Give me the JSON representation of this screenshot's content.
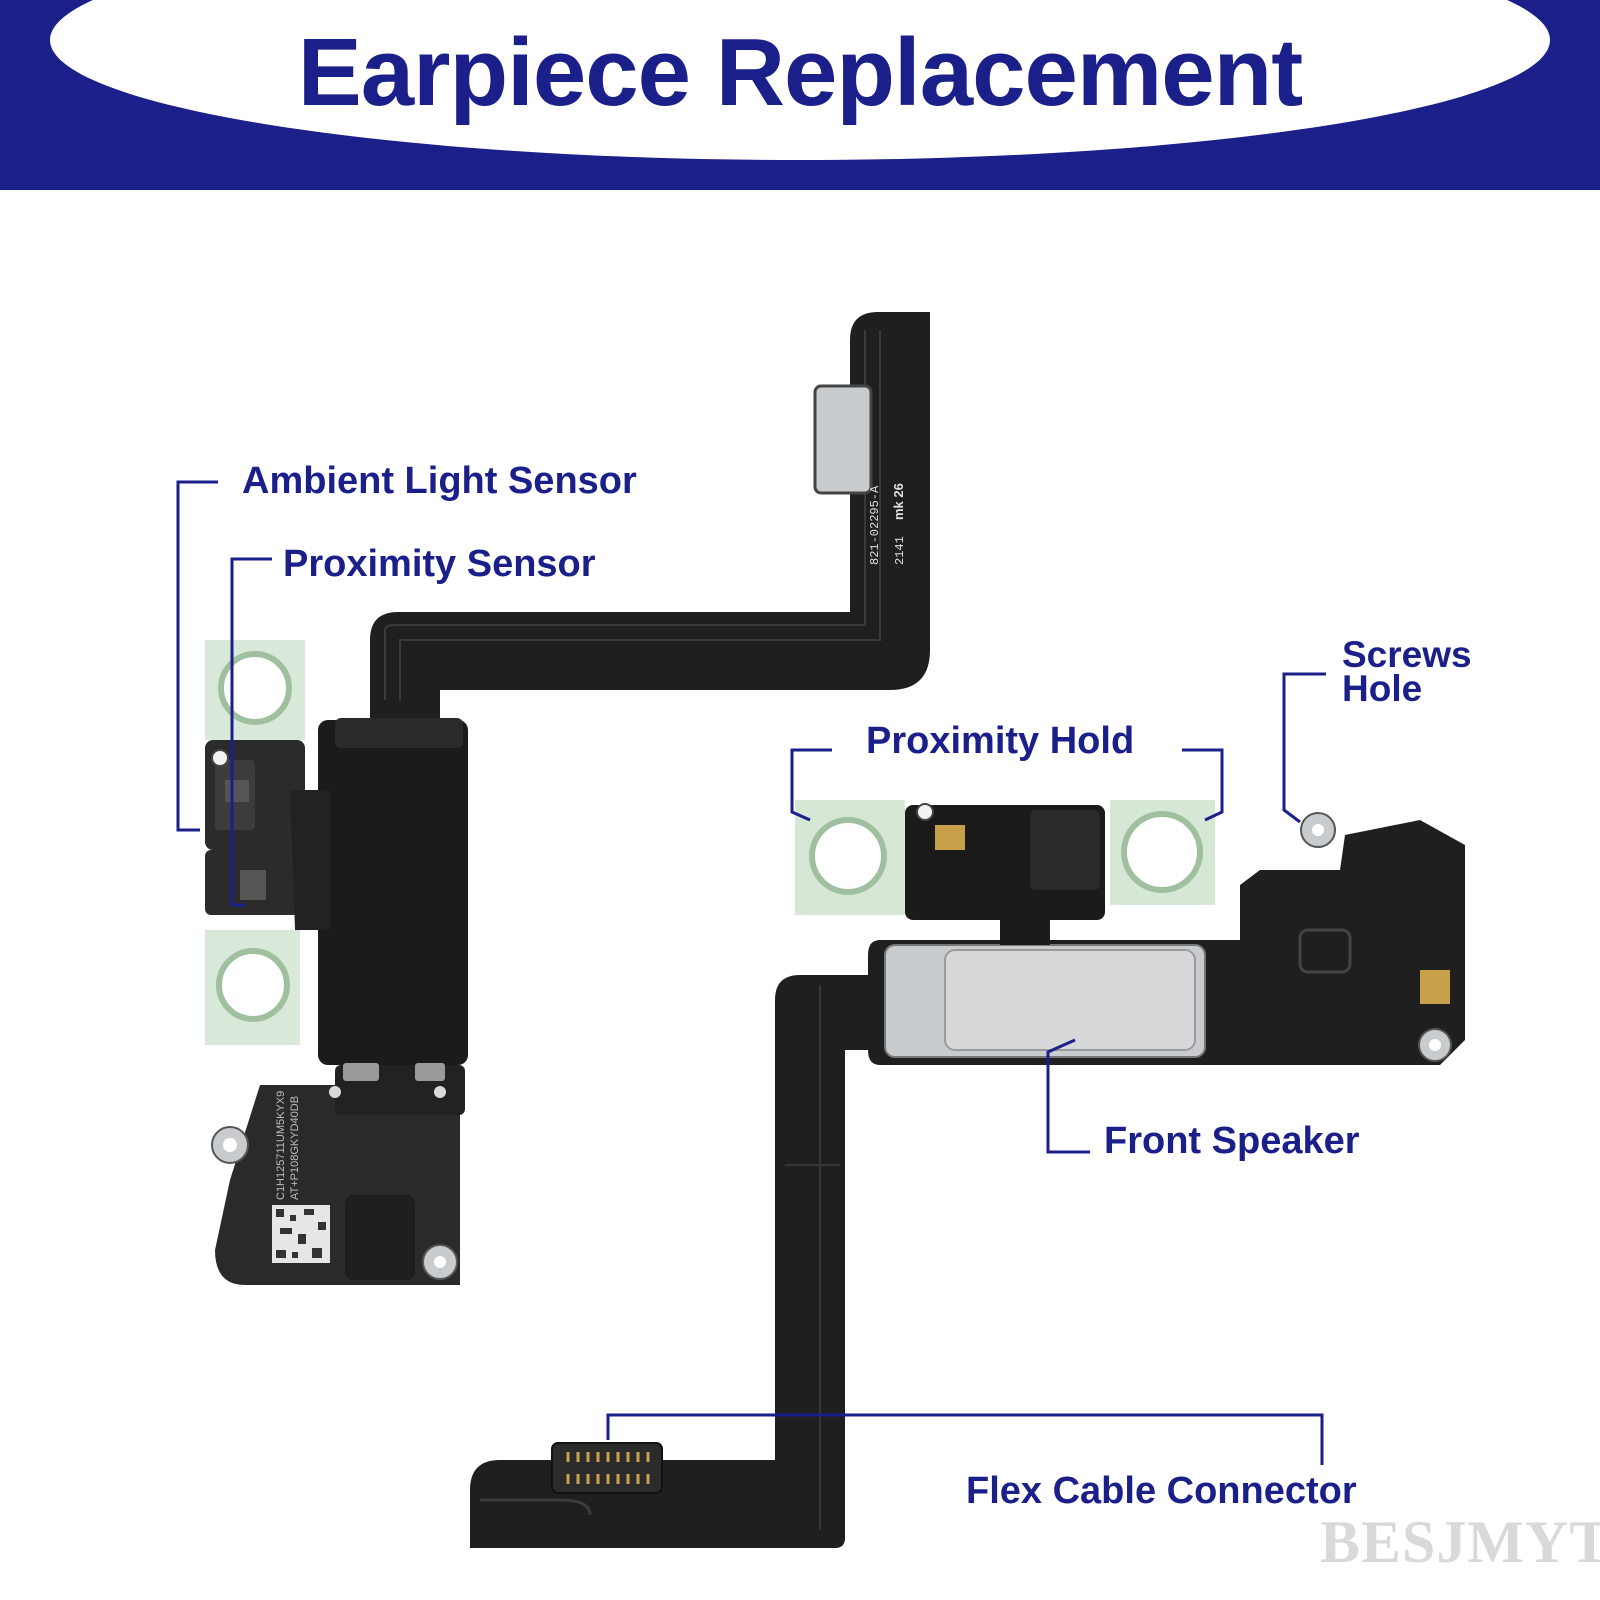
{
  "title": "Earpiece Replacement",
  "labels": {
    "ambient_light_sensor": "Ambient Light Sensor",
    "proximity_sensor": "Proximity Sensor",
    "proximity_hold": "Proximity Hold",
    "screws_hole": "Screws\nHole",
    "front_speaker": "Front Speaker",
    "flex_cable_connector": "Flex Cable Connector"
  },
  "part_markings": {
    "flex_code": "821-02295-A",
    "flex_date": "2141",
    "flex_mark": "mk 26",
    "speaker_code_1": "C1H125711UM5KYX9",
    "speaker_code_2": "AT+P108GKYD40DB"
  },
  "watermark": "BESJMYT",
  "colors": {
    "brand_navy": "#1b1f8a",
    "flex_black": "#1f1f1f",
    "bracket_green": "#cfe3cf",
    "steel": "#c9cccf"
  }
}
